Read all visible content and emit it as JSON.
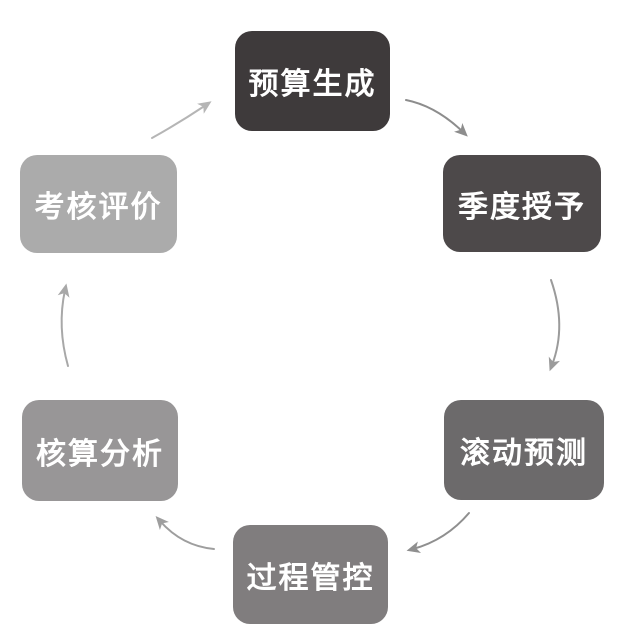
{
  "colors": {
    "background": "#ffffff",
    "node_text": "#ffffff"
  },
  "diagram": {
    "type": "cycle-flow",
    "nodes": [
      {
        "id": "budget-generation",
        "label": "预算生成",
        "bg": "#3e3a3b"
      },
      {
        "id": "quarterly-grant",
        "label": "季度授予",
        "bg": "#4d494a"
      },
      {
        "id": "rolling-forecast",
        "label": "滚动预测",
        "bg": "#6c6a6b"
      },
      {
        "id": "process-control",
        "label": "过程管控",
        "bg": "#807d7e"
      },
      {
        "id": "accounting-analysis",
        "label": "核算分析",
        "bg": "#989697"
      },
      {
        "id": "assessment-evaluation",
        "label": "考核评价",
        "bg": "#ababab"
      }
    ],
    "edges": [
      {
        "from": "budget-generation",
        "to": "quarterly-grant",
        "color": "#8d8d8d"
      },
      {
        "from": "quarterly-grant",
        "to": "rolling-forecast",
        "color": "#9b9b9b"
      },
      {
        "from": "rolling-forecast",
        "to": "process-control",
        "color": "#8f8f8f"
      },
      {
        "from": "process-control",
        "to": "accounting-analysis",
        "color": "#9e9e9e"
      },
      {
        "from": "accounting-analysis",
        "to": "assessment-evaluation",
        "color": "#a8a8a8"
      },
      {
        "from": "assessment-evaluation",
        "to": "budget-generation",
        "color": "#b5b5b5"
      }
    ]
  }
}
